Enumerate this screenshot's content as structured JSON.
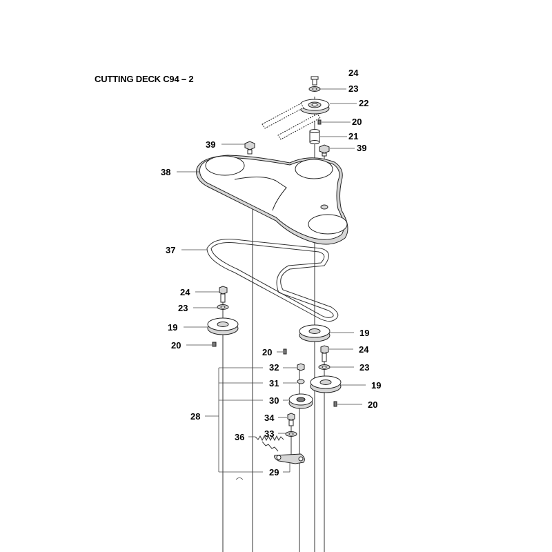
{
  "title": "CUTTING DECK C94 – 2",
  "callouts": [
    {
      "id": "c24-top",
      "text": "24"
    },
    {
      "id": "c23-top",
      "text": "23"
    },
    {
      "id": "c22",
      "text": "22"
    },
    {
      "id": "c20-top",
      "text": "20"
    },
    {
      "id": "c21",
      "text": "21"
    },
    {
      "id": "c39-left",
      "text": "39"
    },
    {
      "id": "c39-right",
      "text": "39"
    },
    {
      "id": "c38",
      "text": "38"
    },
    {
      "id": "c37",
      "text": "37"
    },
    {
      "id": "c24-left",
      "text": "24"
    },
    {
      "id": "c23-left",
      "text": "23"
    },
    {
      "id": "c19-left",
      "text": "19"
    },
    {
      "id": "c20-left",
      "text": "20"
    },
    {
      "id": "c19-mid",
      "text": "19"
    },
    {
      "id": "c20-mid",
      "text": "20"
    },
    {
      "id": "c24-right",
      "text": "24"
    },
    {
      "id": "c32",
      "text": "32"
    },
    {
      "id": "c23-right",
      "text": "23"
    },
    {
      "id": "c31",
      "text": "31"
    },
    {
      "id": "c19-right",
      "text": "19"
    },
    {
      "id": "c30",
      "text": "30"
    },
    {
      "id": "c20-right",
      "text": "20"
    },
    {
      "id": "c28",
      "text": "28"
    },
    {
      "id": "c34",
      "text": "34"
    },
    {
      "id": "c33",
      "text": "33"
    },
    {
      "id": "c36",
      "text": "36"
    },
    {
      "id": "c29",
      "text": "29"
    }
  ]
}
